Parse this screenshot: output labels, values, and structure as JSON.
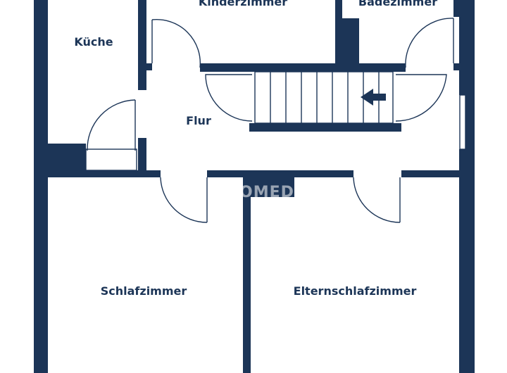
{
  "rooms": {
    "kinderzimmer": "Kinderzimmer",
    "badezimmer": "Badezimmer",
    "kueche": "Küche",
    "flur": "Flur",
    "schlafzimmer": "Schlafzimmer",
    "elternschlafzimmer": "Elternschlafzimmer"
  },
  "watermark": "OMED",
  "colors": {
    "wall": "#1c3557",
    "background": "#ffffff"
  },
  "icons": {
    "stair_direction": "arrow-left-icon"
  }
}
